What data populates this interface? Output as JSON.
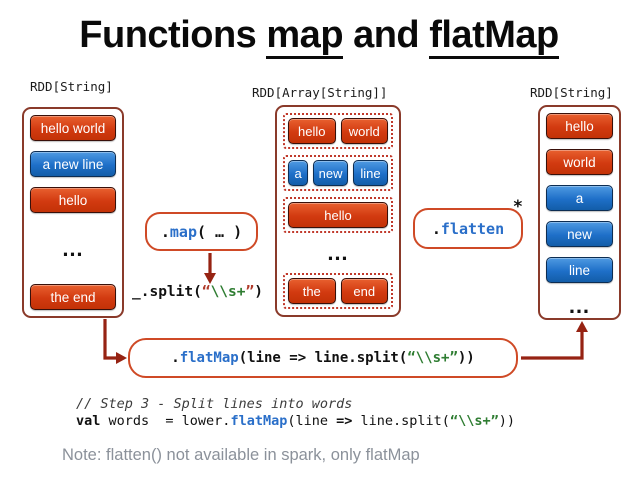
{
  "palette": {
    "red_box": "#d23a10",
    "blue_box": "#1e6fc8",
    "container_border": "#8a3a2a",
    "func_box_border": "#cf4a26",
    "arrow": "#962313",
    "keyword_blue": "#2a6fc9",
    "string_green": "#2f7d32",
    "quote_red": "#b03a2a",
    "note_gray": "#8b919a"
  },
  "title": {
    "part1": "Functions ",
    "map": "map",
    "part2": " and ",
    "flatmap": "flatMap"
  },
  "columns": {
    "left": {
      "header": "RDD[String]",
      "items": [
        {
          "label": "hello world",
          "color": "red"
        },
        {
          "label": "a new line",
          "color": "blue"
        },
        {
          "label": "hello",
          "color": "red"
        },
        {
          "type": "dots",
          "label": "…"
        },
        {
          "label": "the end",
          "color": "red"
        }
      ]
    },
    "middle": {
      "header": "RDD[Array[String]]",
      "rows": [
        {
          "cells": [
            {
              "label": "hello",
              "color": "red"
            },
            {
              "label": "world",
              "color": "red"
            }
          ]
        },
        {
          "cells": [
            {
              "label": "a",
              "color": "blue",
              "narrow": true
            },
            {
              "label": "new",
              "color": "blue"
            },
            {
              "label": "line",
              "color": "blue"
            }
          ]
        },
        {
          "cells": [
            {
              "label": "hello",
              "color": "red"
            }
          ]
        },
        {
          "type": "dots",
          "label": "…"
        },
        {
          "cells": [
            {
              "label": "the",
              "color": "red"
            },
            {
              "label": "end",
              "color": "red"
            }
          ]
        }
      ]
    },
    "right": {
      "header": "RDD[String]",
      "items": [
        {
          "label": "hello",
          "color": "red"
        },
        {
          "label": "world",
          "color": "red"
        },
        {
          "label": "a",
          "color": "blue"
        },
        {
          "label": "new",
          "color": "blue"
        },
        {
          "label": "line",
          "color": "blue"
        },
        {
          "type": "dots",
          "label": "…"
        }
      ]
    }
  },
  "operators": {
    "map": {
      "dot": ".",
      "name": "map",
      "args": "( … )"
    },
    "split": {
      "pre": "_.split(",
      "quote_open": "“",
      "pattern": "\\\\s+",
      "quote_close": "”",
      "post": ")"
    },
    "flatten": {
      "dot": ".",
      "name": "flatten",
      "asterisk": "*"
    },
    "flatmap": {
      "dot": ".",
      "name": "flatMap",
      "pre": "(line => line.split(",
      "string": "“\\\\s+”",
      "post": "))"
    }
  },
  "code": {
    "comment": "// Step 3 - Split lines into words",
    "val": "val",
    "seg1": " words  = lower.",
    "fn": "flatMap",
    "seg2": "(line ",
    "arrow": "=>",
    "seg3": " line.split(",
    "string": "“\\\\s+”",
    "seg4": "))"
  },
  "note": "Note: flatten() not available in spark, only flatMap"
}
